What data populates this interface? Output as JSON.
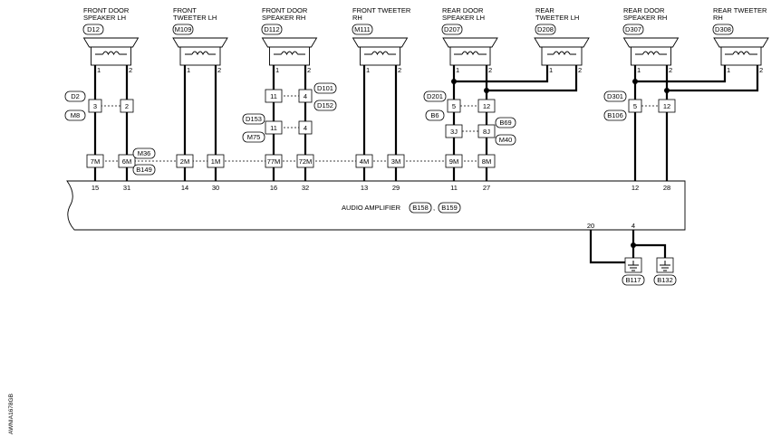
{
  "speakers": [
    {
      "name1": "FRONT DOOR",
      "name2": "SPEAKER LH",
      "conn": "D12",
      "p1": "1",
      "p2": "2"
    },
    {
      "name1": "FRONT",
      "name2": "TWEETER LH",
      "conn": "M109",
      "p1": "1",
      "p2": "2"
    },
    {
      "name1": "FRONT DOOR",
      "name2": "SPEAKER RH",
      "conn": "D112",
      "p1": "1",
      "p2": "2"
    },
    {
      "name1": "FRONT TWEETER",
      "name2": "RH",
      "conn": "M111",
      "p1": "1",
      "p2": "2"
    },
    {
      "name1": "REAR DOOR",
      "name2": "SPEAKER LH",
      "conn": "D207",
      "p1": "1",
      "p2": "2"
    },
    {
      "name1": "REAR",
      "name2": "TWEETER LH",
      "conn": "D208",
      "p1": "1",
      "p2": "2"
    },
    {
      "name1": "REAR DOOR",
      "name2": "SPEAKER RH",
      "conn": "D307",
      "p1": "1",
      "p2": "2"
    },
    {
      "name1": "REAR TWEETER",
      "name2": "RH",
      "conn": "D308",
      "p1": "1",
      "p2": "2"
    }
  ],
  "mid_connectors": {
    "fdlh_upper": {
      "l": "3",
      "r": "2",
      "tag1": "D2",
      "tag2": "M8"
    },
    "fdrh_upper": {
      "l": "11",
      "r": "4",
      "tag1": "D101",
      "tag2": "D152"
    },
    "fdrh_lower": {
      "l": "11",
      "r": "4",
      "tag1": "D153",
      "tag2": "M75"
    },
    "rdlh_upper": {
      "l": "5",
      "r": "12",
      "tag1": "D201",
      "tag2": "B6"
    },
    "rdlh_lower": {
      "l": "3J",
      "r": "8J",
      "tag1": "B69",
      "tag2": "M40"
    },
    "rdrh_upper": {
      "l": "5",
      "r": "12",
      "tag1": "D301",
      "tag2": "B106"
    }
  },
  "bottom_connectors": [
    "7M",
    "6M",
    "2M",
    "1M",
    "77M",
    "72M",
    "4M",
    "3M",
    "9M",
    "8M"
  ],
  "bottom_tags": {
    "tag1": "M36",
    "tag2": "B149"
  },
  "amp_pins": [
    "15",
    "31",
    "14",
    "30",
    "16",
    "32",
    "13",
    "29",
    "11",
    "27",
    "12",
    "28"
  ],
  "amp_label": "AUDIO AMPLIFIER",
  "amp_conn1": "B158",
  "amp_conn2": "B159",
  "amp_sep": ",",
  "ground_pins": {
    "p1": "20",
    "p2": "4"
  },
  "grounds": [
    "B117",
    "B132"
  ],
  "code": "AWNIA1678GB"
}
